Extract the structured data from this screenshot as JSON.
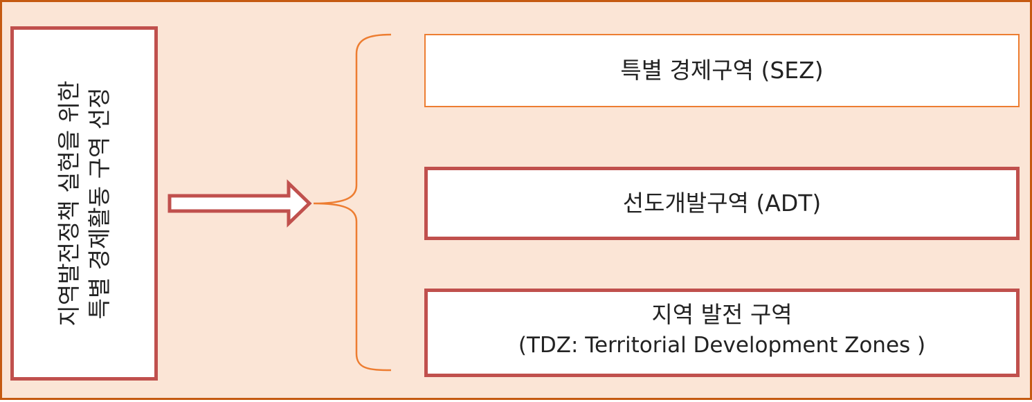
{
  "left": {
    "line1": "지역발전정책 실현을 위한",
    "line2": "특별 경제활동 구역 선정"
  },
  "zones": [
    {
      "title": "특별 경제구역 (SEZ)"
    },
    {
      "title": "선도개발구역 (ADT)"
    },
    {
      "title": "지역 발전 구역",
      "subtitle": "(TDZ: Territorial Development Zones )"
    }
  ],
  "colors": {
    "background": "#fbe5d6",
    "frame_border": "#c55a11",
    "box_border_red": "#c0504d",
    "brace_orange": "#ed7d31"
  }
}
